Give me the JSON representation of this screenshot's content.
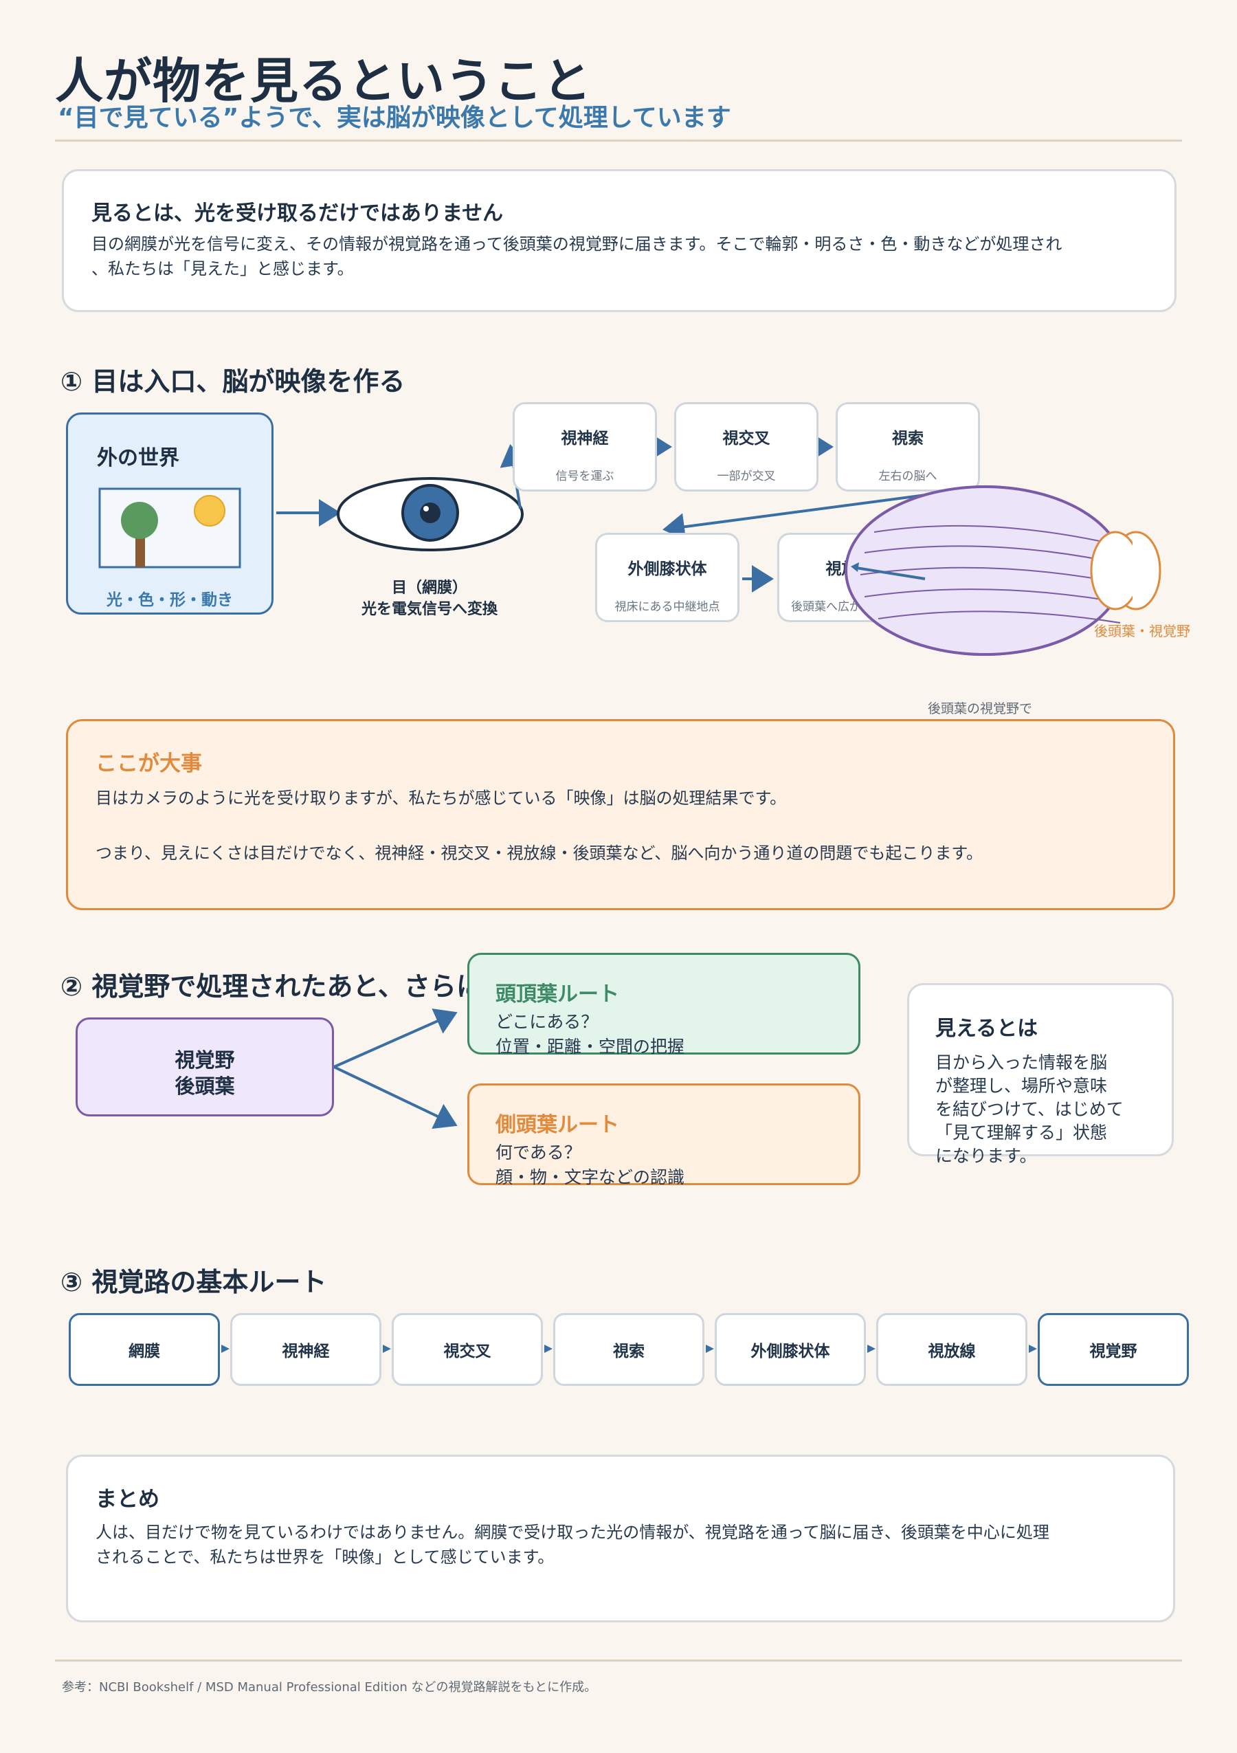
{
  "header": {
    "title": "人が物を見るということ",
    "subtitle": "“目で見ている”ようで、実は脳が映像として処理しています"
  },
  "intro": {
    "title": "見るとは、光を受け取るだけではありません",
    "line1": "目の網膜が光を信号に変え、その情報が視覚路を通って後頭葉の視覚野に届きます。そこで輪郭・明るさ・色・動きなどが処理され",
    "line2": "、私たちは「見えた」と感じます。"
  },
  "section1": {
    "title": "① 目は入口、脳が映像を作る",
    "world": {
      "label": "外の世界",
      "caption": "光・色・形・動き"
    },
    "eye": {
      "label1": "目（網膜）",
      "label2": "光を電気信号へ変換"
    },
    "steps": [
      {
        "title": "視神経",
        "sub": "信号を運ぶ"
      },
      {
        "title": "視交叉",
        "sub": "一部が交叉"
      },
      {
        "title": "視索",
        "sub": "左右の脳へ"
      },
      {
        "title": "外側膝状体",
        "sub": "視床にある中継地点"
      },
      {
        "title": "視放線",
        "sub": "後頭葉へ広がる通り道"
      }
    ],
    "brain_label": "後頭葉・視覚野",
    "brain_note": "後頭葉の視覚野で"
  },
  "important": {
    "title": "ここが大事",
    "line1": "目はカメラのように光を受け取りますが、私たちが感じている「映像」は脳の処理結果です。",
    "line2": "つまり、見えにくさは目だけでなく、視神経・視交叉・視放線・後頭葉など、脳へ向かう通り道の問題でも起こります。"
  },
  "section2": {
    "title": "② 視覚野で処理されたあと、さらに",
    "source": {
      "line1": "視覚野",
      "line2": "後頭葉"
    },
    "parietal": {
      "title": "頭頂葉ルート",
      "line1": "どこにある？",
      "line2": "位置・距離・空間の把握"
    },
    "temporal": {
      "title": "側頭葉ルート",
      "line1": "何である？",
      "line2": "顔・物・文字などの認識"
    },
    "seeing": {
      "title": "見えるとは",
      "lines": [
        "目から入った情報を脳",
        "が整理し、場所や意味",
        "を結びつけて、はじめて",
        "「見て理解する」状態",
        "になります。"
      ]
    }
  },
  "section3": {
    "title": "③ 視覚路の基本ルート",
    "route": [
      "網膜",
      "視神経",
      "視交叉",
      "視索",
      "外側膝状体",
      "視放線",
      "視覚野"
    ]
  },
  "summary": {
    "title": "まとめ",
    "line1": "人は、目だけで物を見ているわけではありません。網膜で受け取った光の情報が、視覚路を通って脳に届き、後頭葉を中心に処理",
    "line2": "されることで、私たちは世界を「映像」として感じています。"
  },
  "footer": {
    "note": "参考：NCBI Bookshelf / MSD Manual Professional Edition などの視覚路解説をもとに作成。"
  },
  "colors": {
    "navy": "#1e2f44",
    "accent_blue": "#3b79ad",
    "orange": "#e08a3c",
    "green": "#3e8a66",
    "purple": "#7b5aa8"
  }
}
